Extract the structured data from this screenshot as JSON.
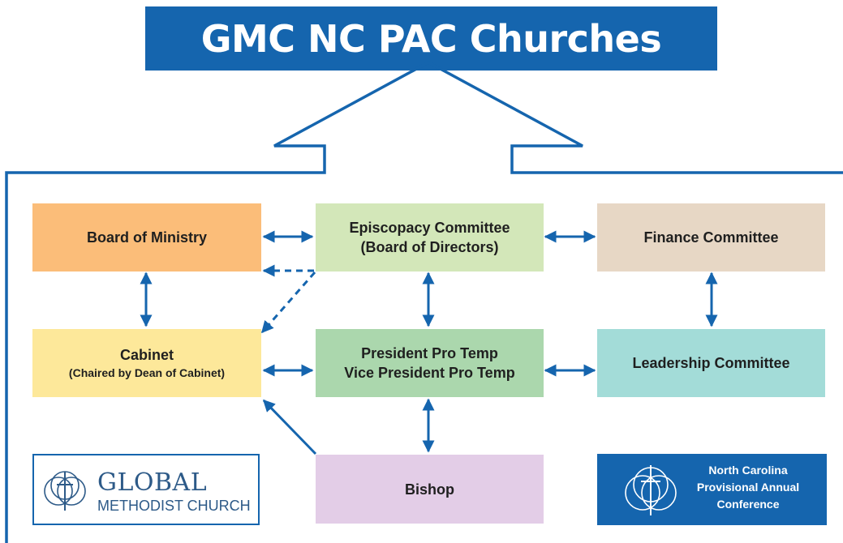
{
  "title": "GMC NC PAC Churches",
  "boxes": {
    "board_of_ministry": {
      "line1": "Board of Ministry",
      "color": "#fbbd79"
    },
    "episcopacy": {
      "line1": "Episcopacy Committee",
      "line2": "(Board of Directors)",
      "color": "#d3e7b9"
    },
    "finance": {
      "line1": "Finance Committee",
      "color": "#e7d7c5"
    },
    "cabinet": {
      "line1": "Cabinet",
      "line2": "(Chaired by Dean of Cabinet)",
      "color": "#fde89a"
    },
    "president": {
      "line1": "President Pro Temp",
      "line2": "Vice President Pro Temp",
      "color": "#abd7ad"
    },
    "leadership": {
      "line1": "Leadership Committee",
      "color": "#a3dcd8"
    },
    "bishop": {
      "line1": "Bishop",
      "color": "#e3cde7"
    }
  },
  "logos": {
    "gmc": {
      "line1": "GLOBAL",
      "line2": "METHODIST CHURCH"
    },
    "ncpac": {
      "line1": "North Carolina",
      "line2": "Provisional Annual",
      "line3": "Conference"
    }
  },
  "colors": {
    "brand_blue": "#1565ae"
  }
}
